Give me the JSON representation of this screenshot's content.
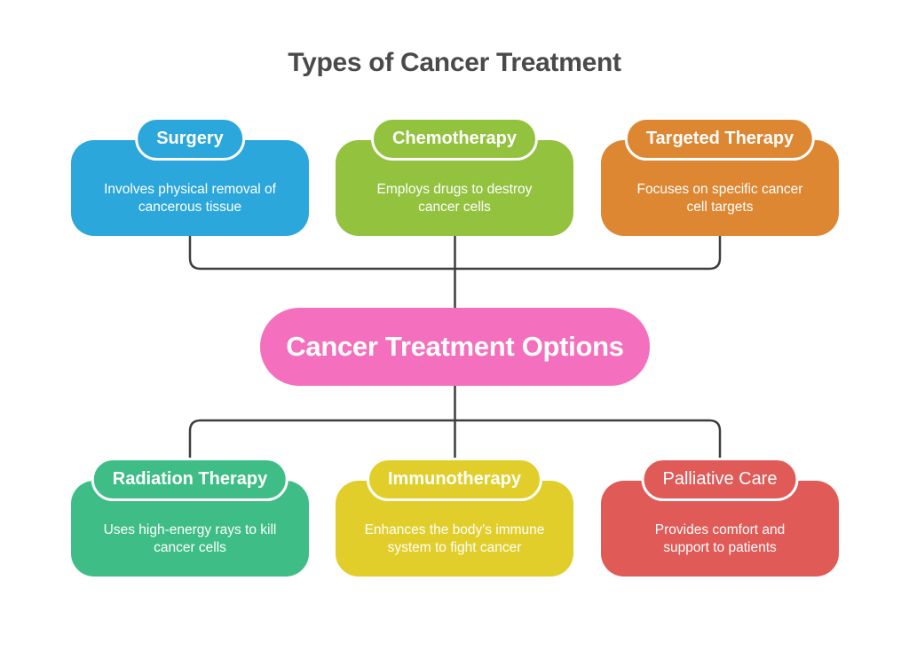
{
  "title": "Types of Cancer Treatment",
  "colors": {
    "title": "#4A4A4A",
    "connector": "#3E3E3E",
    "background": "#FFFFFF"
  },
  "center_node": {
    "label": "Cancer Treatment Options",
    "color": "#F470BE"
  },
  "nodes": [
    {
      "id": "surgery",
      "title": "Surgery",
      "description": "Involves physical removal of cancerous tissue",
      "color": "#2BA7DB"
    },
    {
      "id": "chemotherapy",
      "title": "Chemotherapy",
      "description": "Employs drugs to destroy cancer cells",
      "color": "#93C23F"
    },
    {
      "id": "targeted-therapy",
      "title": "Targeted Therapy",
      "description": "Focuses on specific cancer cell targets",
      "color": "#DD8733"
    },
    {
      "id": "radiation-therapy",
      "title": "Radiation Therapy",
      "description": "Uses high-energy rays to kill cancer cells",
      "color": "#3EBE86"
    },
    {
      "id": "immunotherapy",
      "title": "Immunotherapy",
      "description": "Enhances the body's immune system to fight cancer",
      "color": "#E2CE2A"
    },
    {
      "id": "palliative-care",
      "title": "Palliative Care",
      "description": "Provides comfort and support to patients",
      "color": "#E05A57"
    }
  ]
}
